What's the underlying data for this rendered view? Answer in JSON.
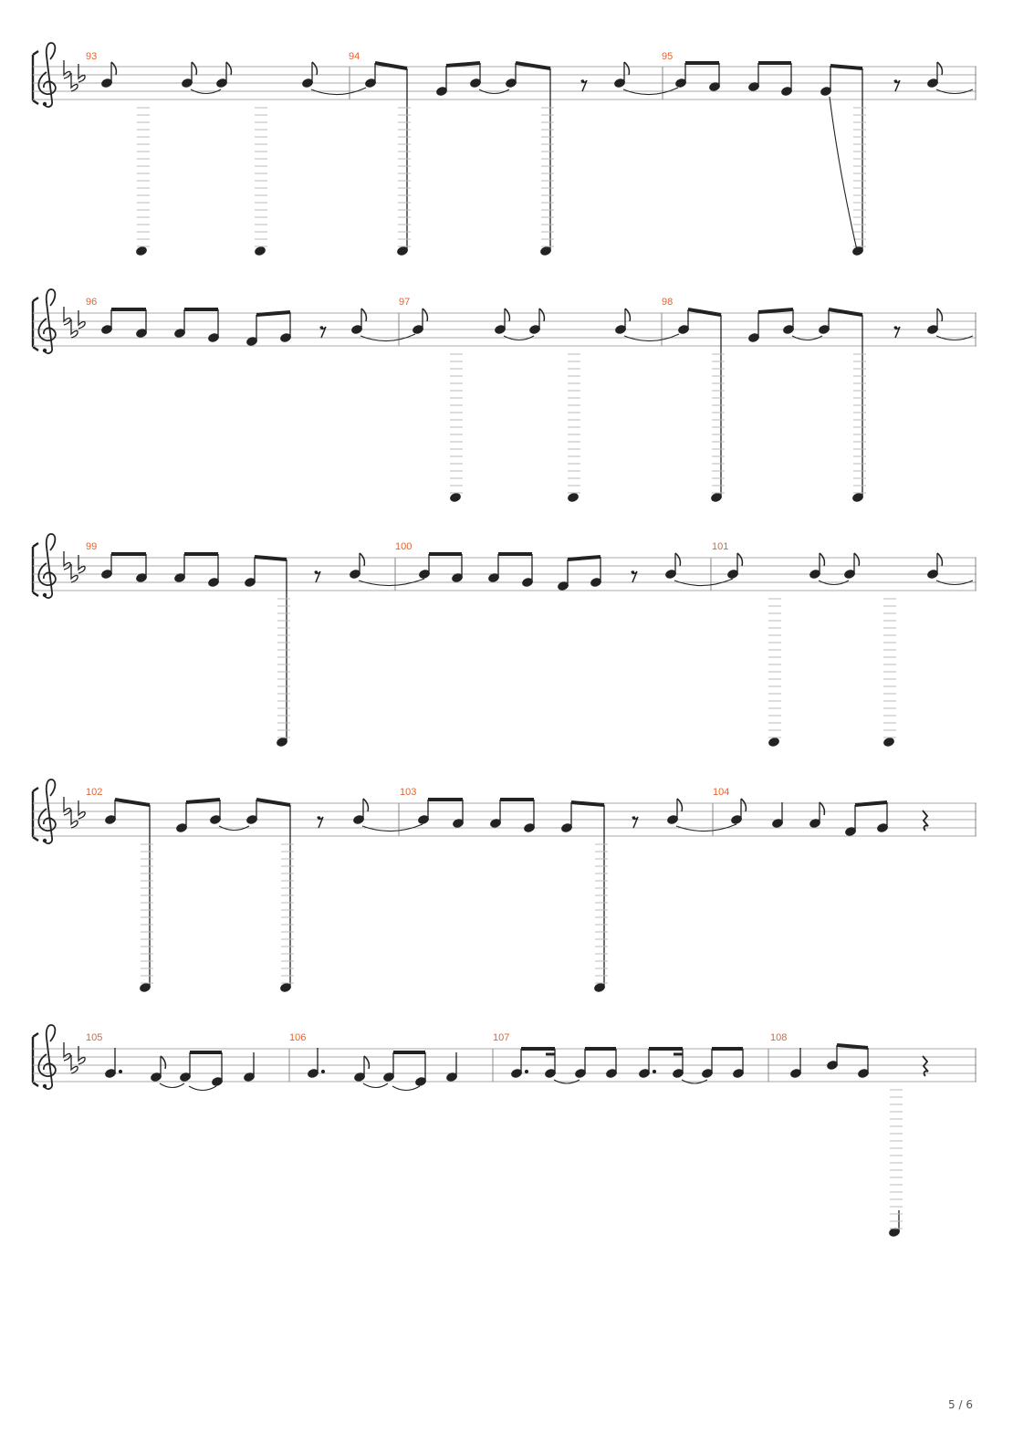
{
  "page_number": "5 / 6",
  "colors": {
    "measure_number": "#e8622c",
    "staff": "#aaaaaa",
    "ink": "#222222",
    "ledger": "#bbbbbb"
  },
  "systems": [
    {
      "measures": [
        "93",
        "94",
        "95"
      ]
    },
    {
      "measures": [
        "96",
        "97",
        "98"
      ]
    },
    {
      "measures": [
        "99",
        "100",
        "101"
      ]
    },
    {
      "measures": [
        "102",
        "103",
        "104"
      ]
    },
    {
      "measures": [
        "105",
        "106",
        "107",
        "108"
      ]
    }
  ]
}
